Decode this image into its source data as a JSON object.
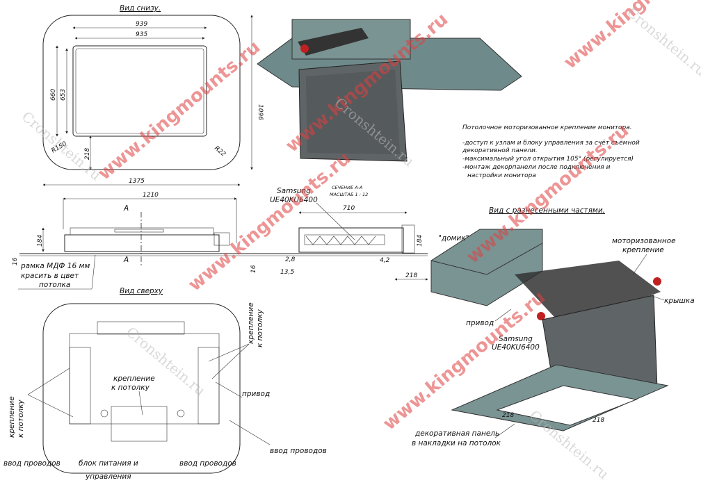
{
  "views": {
    "bottom_title": "Вид снизу.",
    "top_title": "Вид сверху",
    "exploded_title": "Вид с разнесенными частями.",
    "section_title": "СЕЧЕНИЕ А-А",
    "section_scale": "МАСШТАБ 1 : 12"
  },
  "dimensions": {
    "w939": "939",
    "w935": "935",
    "h660": "660",
    "h653": "653",
    "h1096": "1096",
    "w1375": "1375",
    "d218": "218",
    "r150": "R150",
    "r22": "R22",
    "w1210": "1210",
    "h184": "184",
    "h16": "16",
    "sec_a": "A",
    "w710": "710",
    "s184": "184",
    "s16": "16",
    "d2_8": "2,8",
    "d13_5": "13,5",
    "d4_2": "4,2",
    "d218b": "218",
    "e218a": "218",
    "e218b": "218"
  },
  "labels": {
    "mdf_line1": "рамка МДФ 16 мм",
    "mdf_line2": "красить в цвет",
    "mdf_line3": "потолка",
    "tv_model_line1": "Samsung",
    "tv_model_line2": "UE40KU6400",
    "mount_ceiling_right1": "крепление",
    "mount_ceiling_right2": "к потолку",
    "mount_ceiling_center1": "крепление",
    "mount_ceiling_center2": "к потолку",
    "mount_ceiling_left1": "крепление",
    "mount_ceiling_left2": "к потолку",
    "drive": "привод",
    "wire_in_left": "ввод проводов",
    "wire_in_center": "ввод проводов",
    "wire_in_right": "ввод проводов",
    "power_line1": "блок питания и",
    "power_line2": "управления",
    "house": "\"домик\"",
    "motor_mount1": "моторизованное",
    "motor_mount2": "крепление",
    "lid": "крышка",
    "drive_exploded": "привод",
    "exploded_tv1": "Samsung",
    "exploded_tv2": "UE40KU6400",
    "deco_panel1": "декоративная панель",
    "deco_panel2": "в накладки на потолок"
  },
  "description": {
    "title": "Потолочное моторизованное крепление монитора.",
    "line1": "-доступ к узлам и блоку управления за счёт съёмной",
    "line2": "декоративной панели.",
    "line3": "-максимальный угол открытия 105° (регулируется)",
    "line4": "-монтаж декорпанели после подключения и",
    "line5": "настройки монитора"
  },
  "watermarks": {
    "red": "www.kingmounts.ru",
    "gray": "Cronshtein.ru"
  },
  "colors": {
    "panel": "#6f8a8a",
    "monitor": "#5f6466",
    "accent": "#c02020"
  }
}
